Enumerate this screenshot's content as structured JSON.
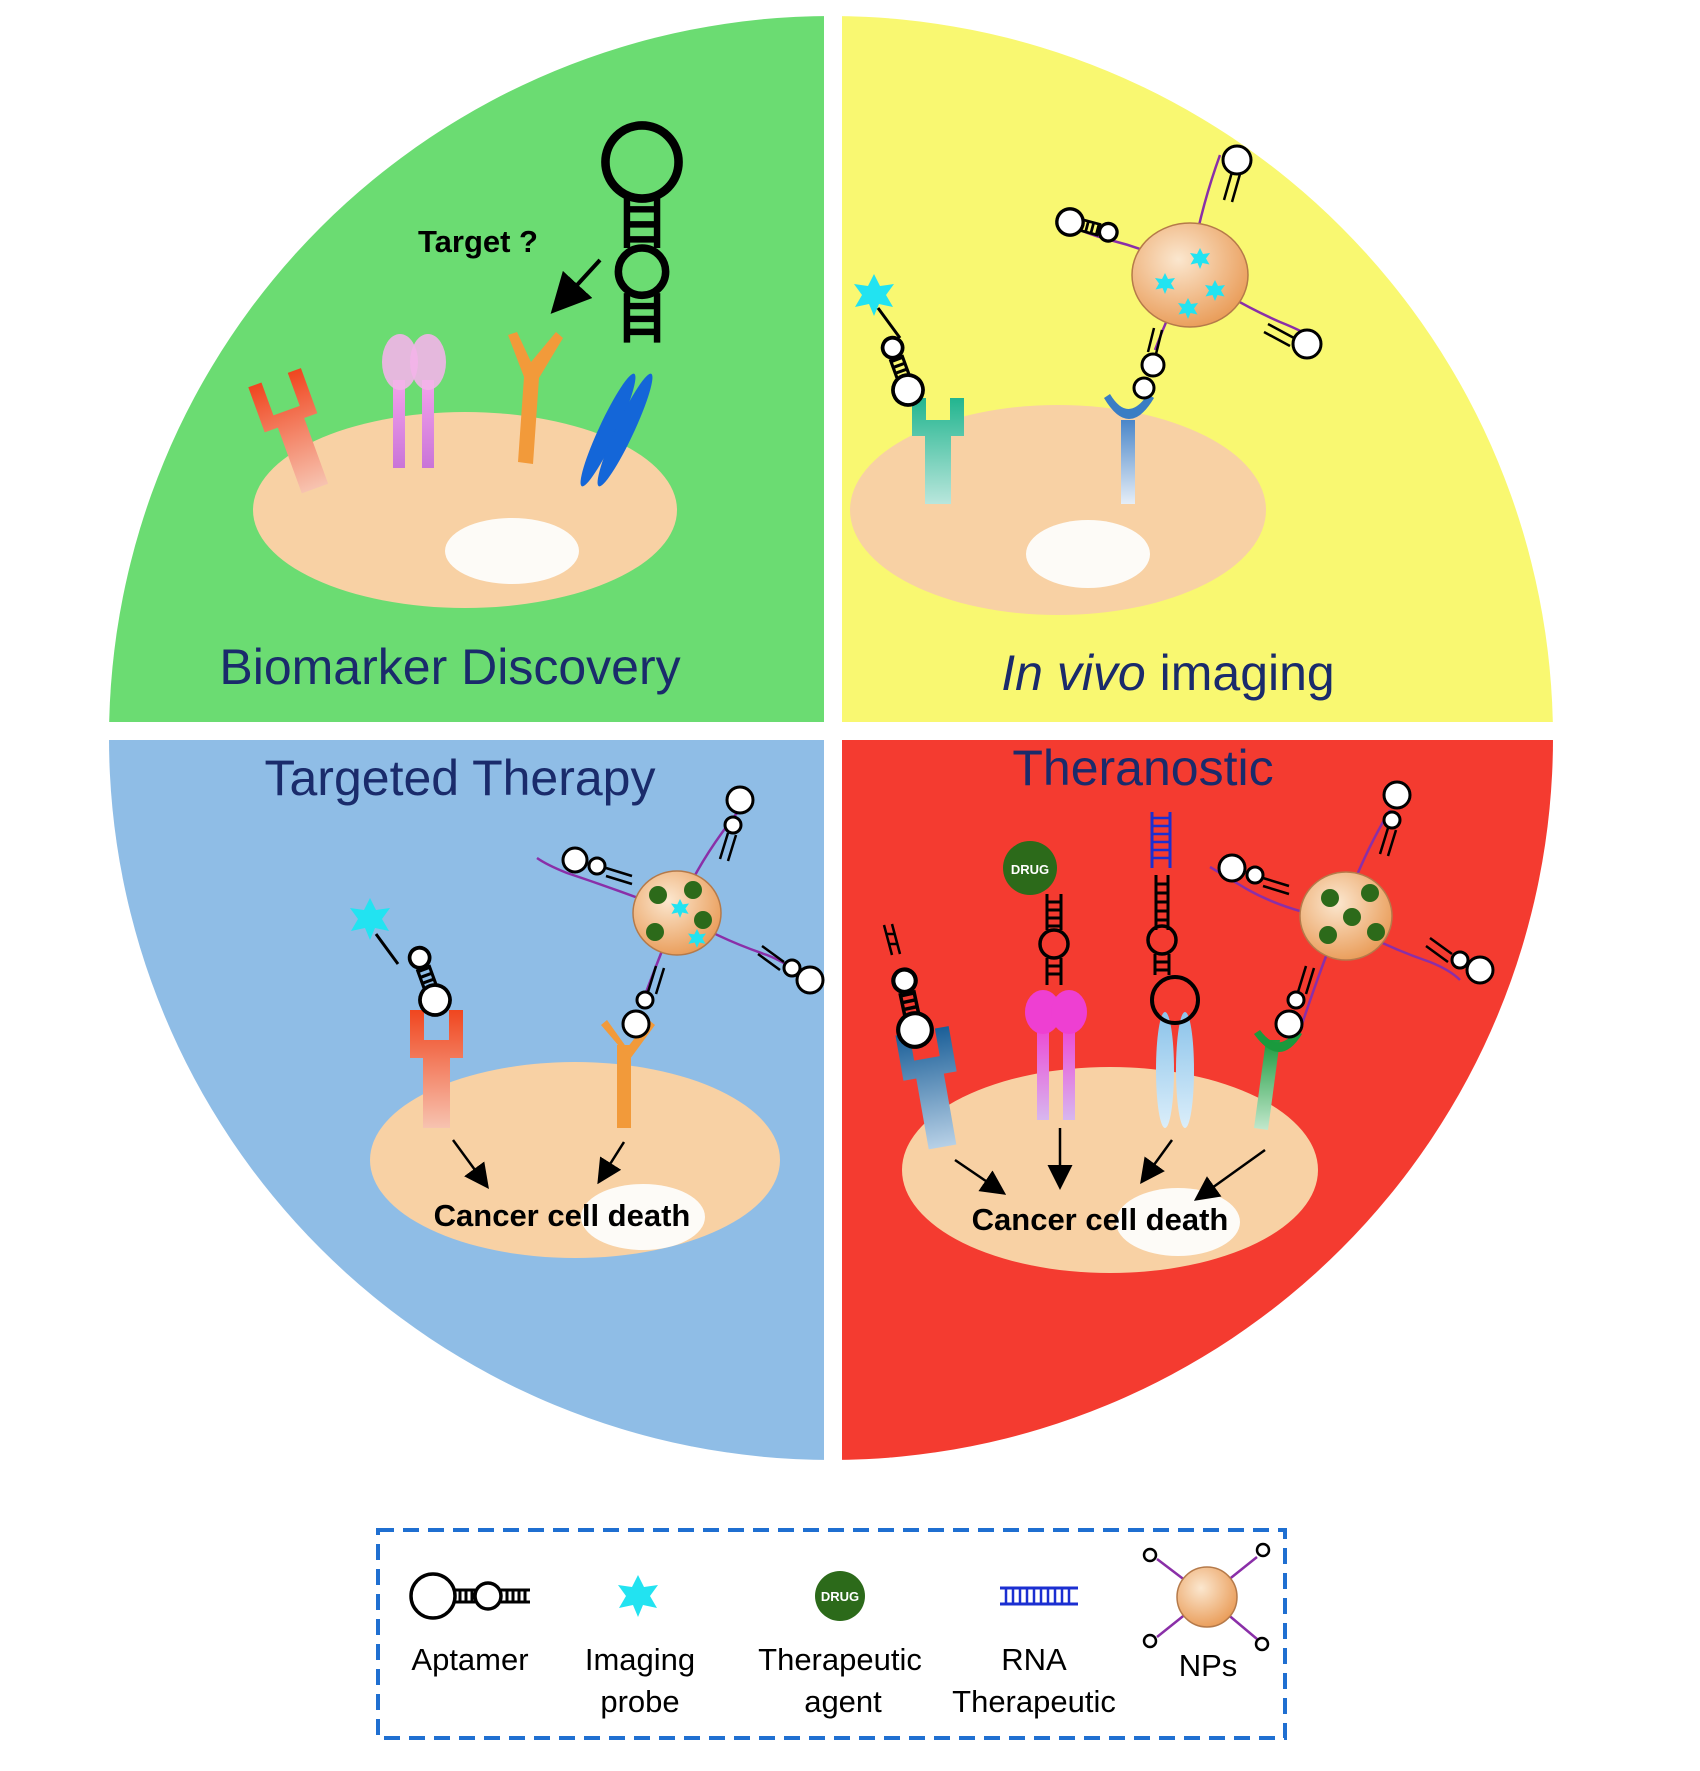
{
  "quadrants": {
    "biomarker": {
      "title": "Biomarker Discovery",
      "question": "Target ?",
      "color": "#6bdc72"
    },
    "imaging": {
      "title_em": "In vivo",
      "title_rest": " imaging",
      "color": "#f9f871"
    },
    "therapy": {
      "title": "Targeted Therapy",
      "note": "Cancer cell death",
      "color": "#8fbde6"
    },
    "theranostic": {
      "title": "Theranostic",
      "note": "Cancer cell death",
      "drug_label": "DRUG",
      "color": "#f43b30"
    }
  },
  "legend": {
    "items": [
      {
        "name": "aptamer",
        "line1": "Aptamer",
        "line2": ""
      },
      {
        "name": "imaging-probe",
        "line1": "Imaging",
        "line2": "probe"
      },
      {
        "name": "therapeutic-agent",
        "line1": "Therapeutic",
        "line2": "agent",
        "badge": "DRUG"
      },
      {
        "name": "rna-therapeutic",
        "line1": "RNA",
        "line2": "Therapeutic"
      },
      {
        "name": "nps",
        "line1": "NPs",
        "line2": ""
      }
    ],
    "border_color": "#1f6fd1"
  },
  "colors": {
    "cell": "#f8d1a4",
    "nucleus": "#fdfbf7",
    "title_text": "#1a2b6b",
    "probe": "#22e3f1",
    "drug": "#2c6a1a"
  }
}
